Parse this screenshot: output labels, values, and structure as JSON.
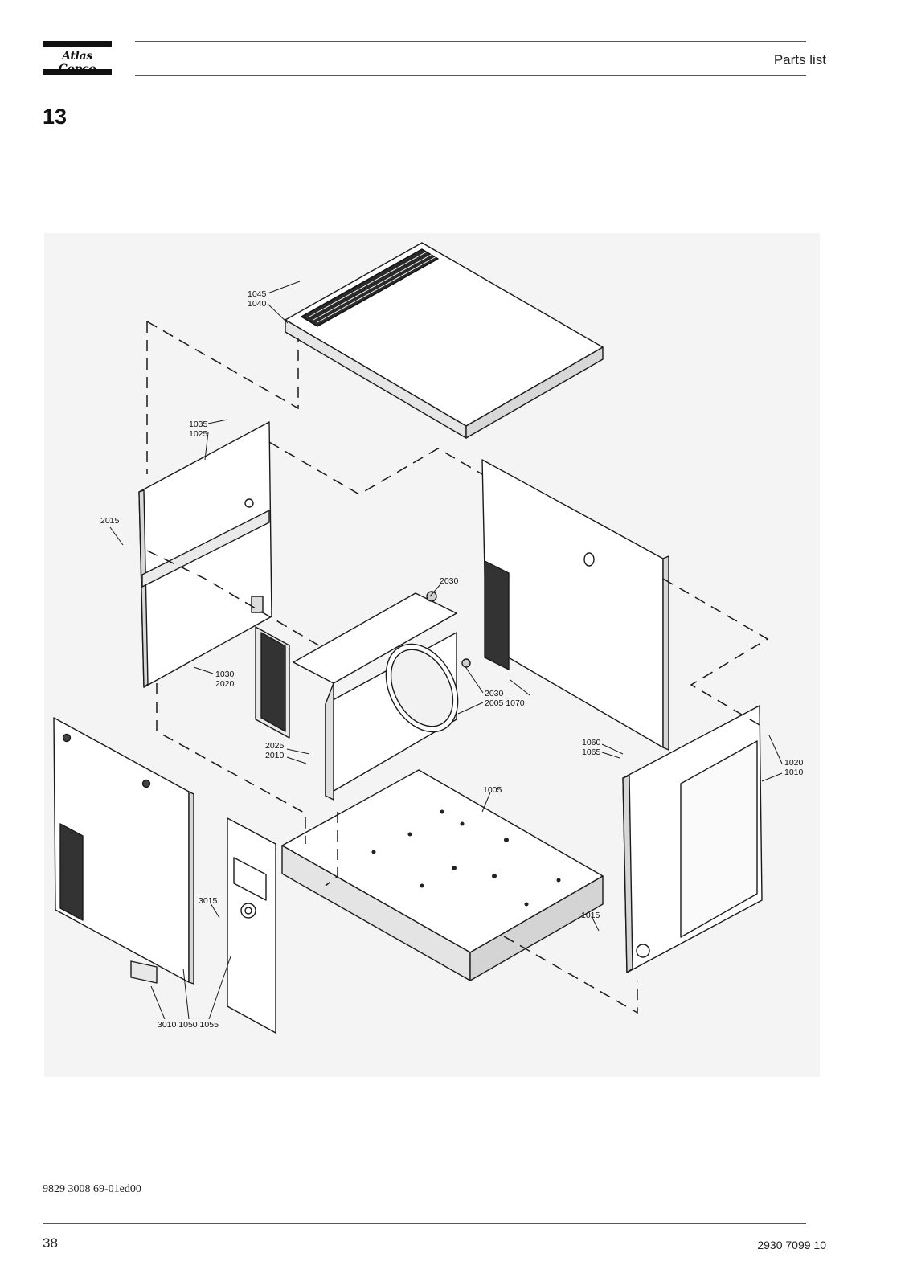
{
  "header": {
    "brand": "Atlas Copco",
    "title": "Parts list"
  },
  "section_number": "13",
  "drawing": {
    "labels": [
      {
        "id": "l1045",
        "text": "1045"
      },
      {
        "id": "l1040",
        "text": "1040"
      },
      {
        "id": "l1035",
        "text": "1035"
      },
      {
        "id": "l1025",
        "text": "1025"
      },
      {
        "id": "l2015",
        "text": "2015"
      },
      {
        "id": "l2030a",
        "text": "2030"
      },
      {
        "id": "l1030",
        "text": "1030"
      },
      {
        "id": "l2020",
        "text": "2020"
      },
      {
        "id": "l2030b",
        "text": "2030"
      },
      {
        "id": "l2005_1070",
        "text": "2005 1070"
      },
      {
        "id": "l2025",
        "text": "2025"
      },
      {
        "id": "l2010",
        "text": "2010"
      },
      {
        "id": "l1060",
        "text": "1060"
      },
      {
        "id": "l1065",
        "text": "1065"
      },
      {
        "id": "l1020",
        "text": "1020"
      },
      {
        "id": "l1010",
        "text": "1010"
      },
      {
        "id": "l1005",
        "text": "1005"
      },
      {
        "id": "l3015",
        "text": "3015"
      },
      {
        "id": "l1015",
        "text": "1015"
      },
      {
        "id": "l3010_1050_1055",
        "text": "3010 1050 1055"
      }
    ]
  },
  "footer": {
    "doc_code": "9829 3008 69-01ed00",
    "page": "38",
    "publication": "2930 7099 10"
  }
}
